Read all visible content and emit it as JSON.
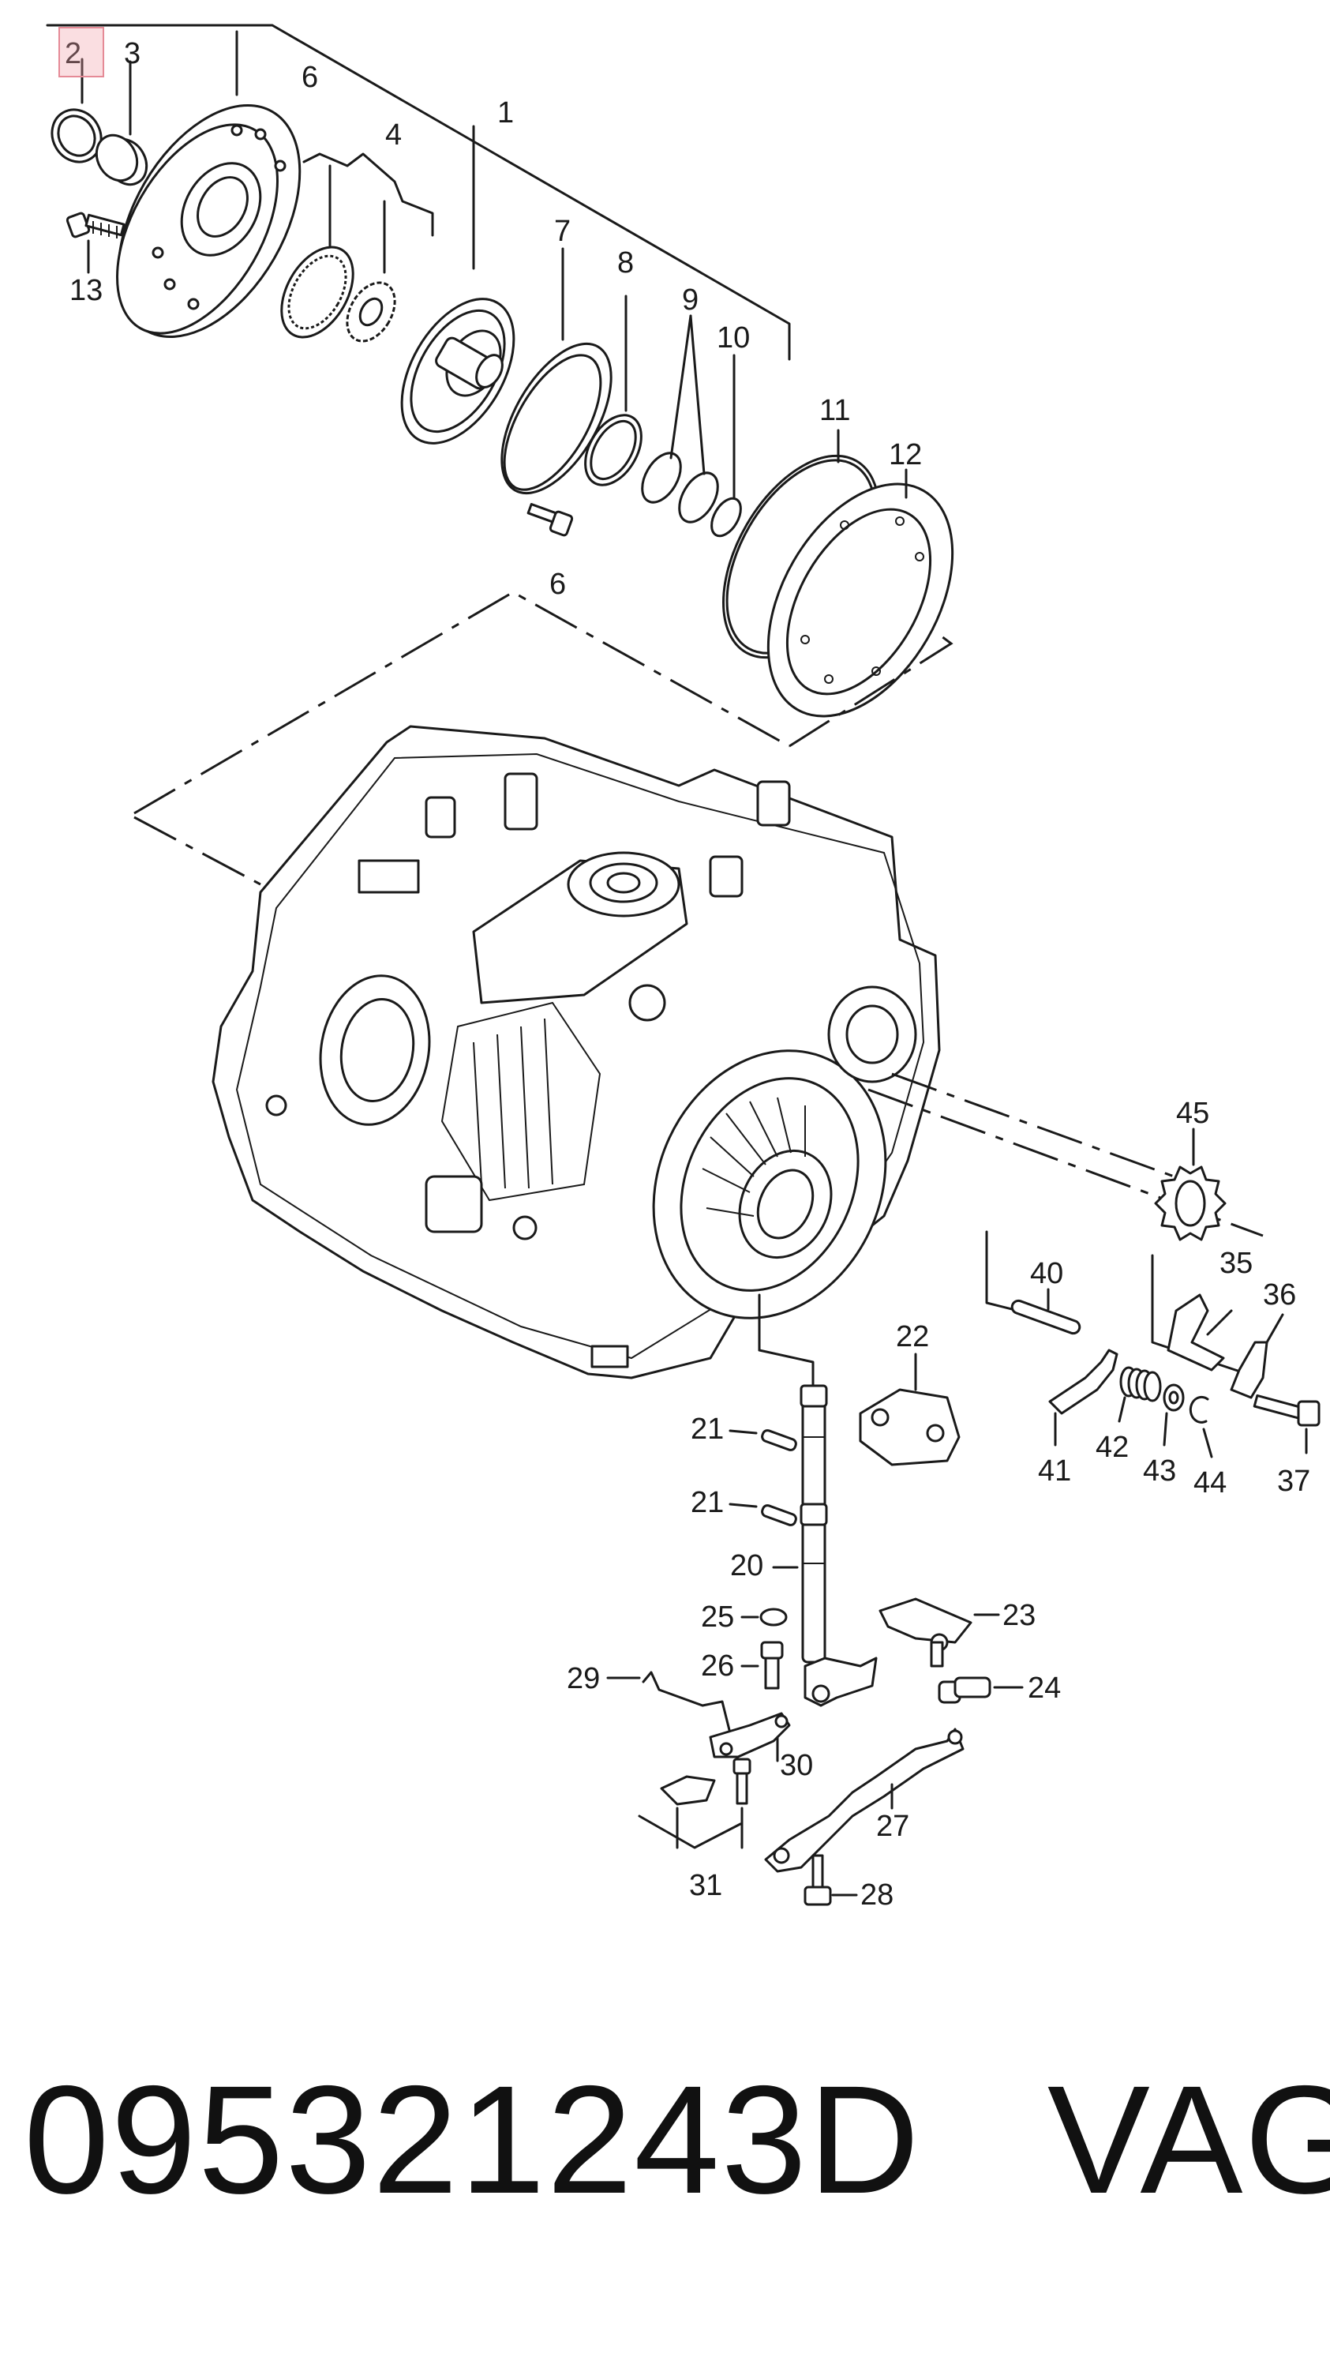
{
  "labels": {
    "l1": "1",
    "l2": "2",
    "l3": "3",
    "l4": "4",
    "l6a": "6",
    "l6b": "6",
    "l7": "7",
    "l8": "8",
    "l9": "9",
    "l10": "10",
    "l11": "11",
    "l12": "12",
    "l13": "13",
    "l20": "20",
    "l21a": "21",
    "l21b": "21",
    "l22": "22",
    "l23": "23",
    "l24": "24",
    "l25": "25",
    "l26": "26",
    "l27": "27",
    "l28": "28",
    "l29": "29",
    "l30": "30",
    "l31": "31",
    "l35": "35",
    "l36": "36",
    "l37": "37",
    "l40": "40",
    "l41": "41",
    "l42": "42",
    "l43": "43",
    "l44": "44",
    "l45": "45"
  },
  "caption": {
    "part_number": "095321243D",
    "brand": "VAG"
  },
  "highlighted_label": "2"
}
